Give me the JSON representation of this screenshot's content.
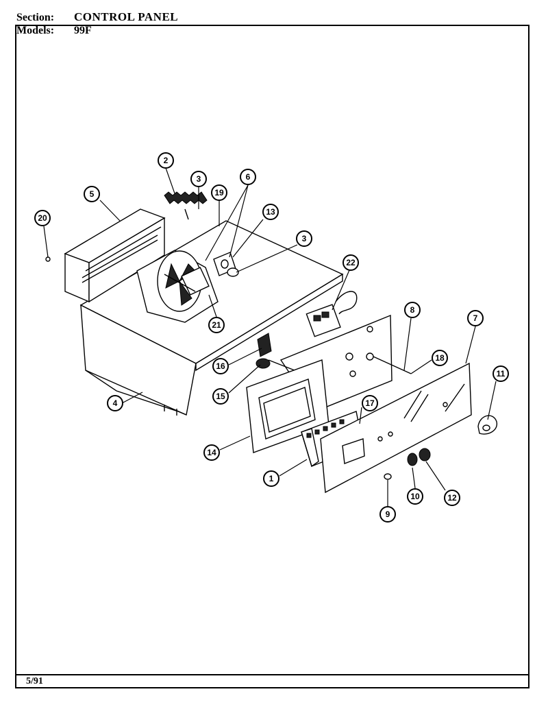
{
  "header": {
    "section_label": "Section:",
    "section_value": "CONTROL PANEL",
    "models_label": "Models:",
    "models_value": "99F"
  },
  "footer": {
    "date": "5/91"
  },
  "callouts": [
    {
      "id": "c2",
      "label": "2"
    },
    {
      "id": "c3a",
      "label": "3"
    },
    {
      "id": "c19",
      "label": "19"
    },
    {
      "id": "c6",
      "label": "6"
    },
    {
      "id": "c5",
      "label": "5"
    },
    {
      "id": "c13",
      "label": "13"
    },
    {
      "id": "c20",
      "label": "20"
    },
    {
      "id": "c3b",
      "label": "3"
    },
    {
      "id": "c22",
      "label": "22"
    },
    {
      "id": "c21",
      "label": "21"
    },
    {
      "id": "c8",
      "label": "8"
    },
    {
      "id": "c7",
      "label": "7"
    },
    {
      "id": "c16",
      "label": "16"
    },
    {
      "id": "c18",
      "label": "18"
    },
    {
      "id": "c11",
      "label": "11"
    },
    {
      "id": "c15",
      "label": "15"
    },
    {
      "id": "c17",
      "label": "17"
    },
    {
      "id": "c4",
      "label": "4"
    },
    {
      "id": "c14",
      "label": "14"
    },
    {
      "id": "c1",
      "label": "1"
    },
    {
      "id": "c10",
      "label": "10"
    },
    {
      "id": "c12",
      "label": "12"
    },
    {
      "id": "c9",
      "label": "9"
    }
  ]
}
